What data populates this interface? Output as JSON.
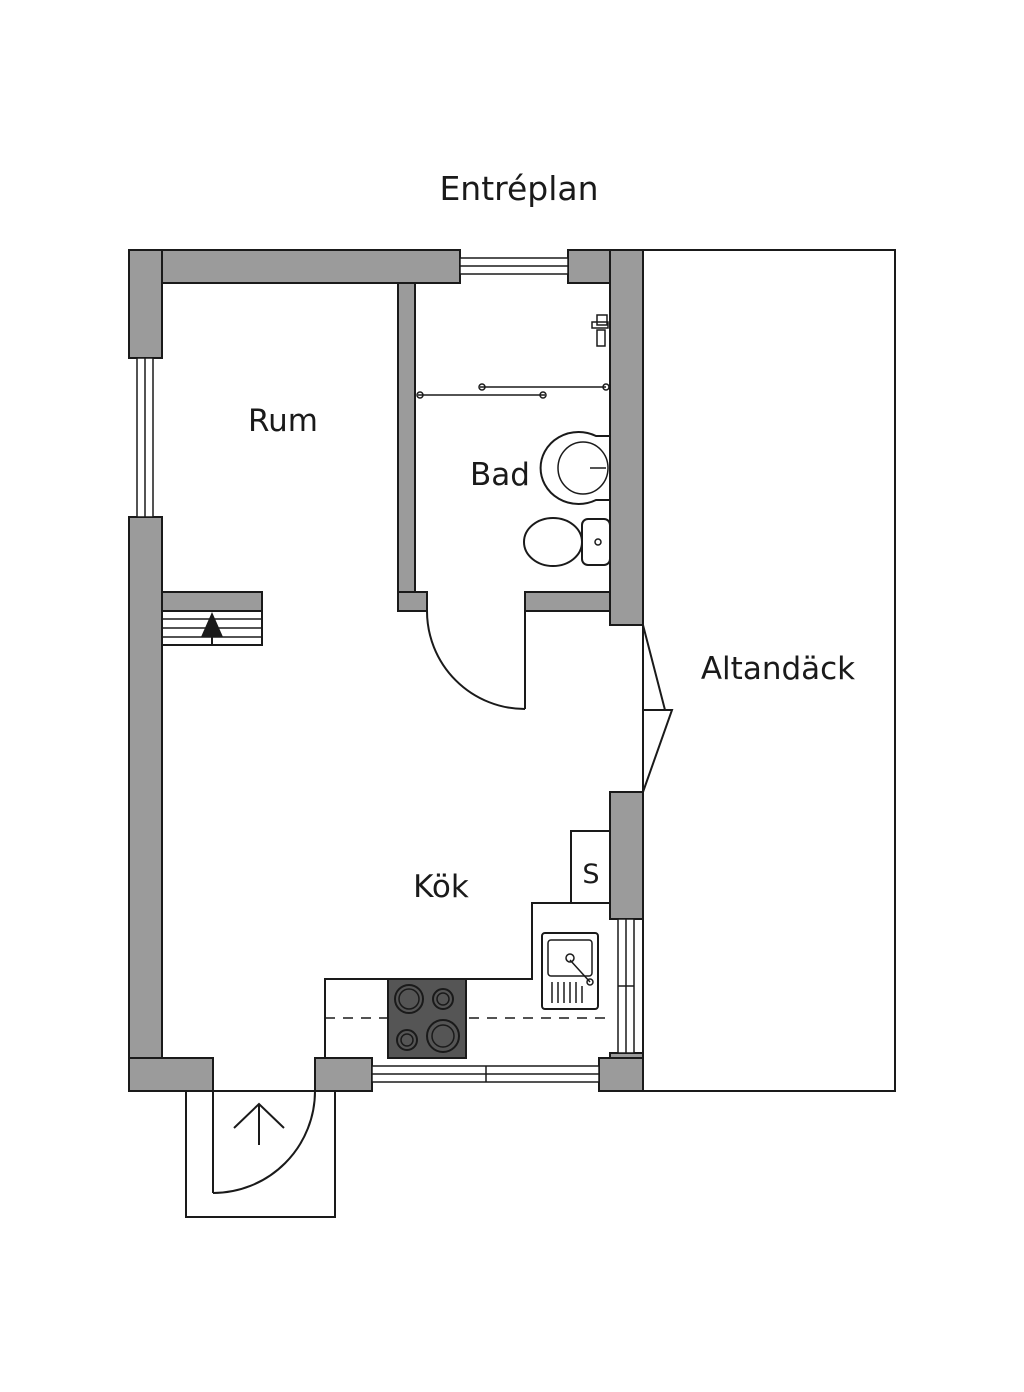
{
  "title": "Entréplan",
  "rooms": {
    "rum": "Rum",
    "bad": "Bad",
    "kok": "Kök",
    "altandack": "Altandäck"
  },
  "fixtures": {
    "storage_label": "S"
  },
  "colors": {
    "wall_fill": "#9b9b9b",
    "line": "#1a1a1a",
    "stove": "#555555",
    "background": "#ffffff"
  },
  "icons": {
    "stair_arrow": "arrow-up-icon",
    "entry_arrow": "arrow-up-icon"
  }
}
